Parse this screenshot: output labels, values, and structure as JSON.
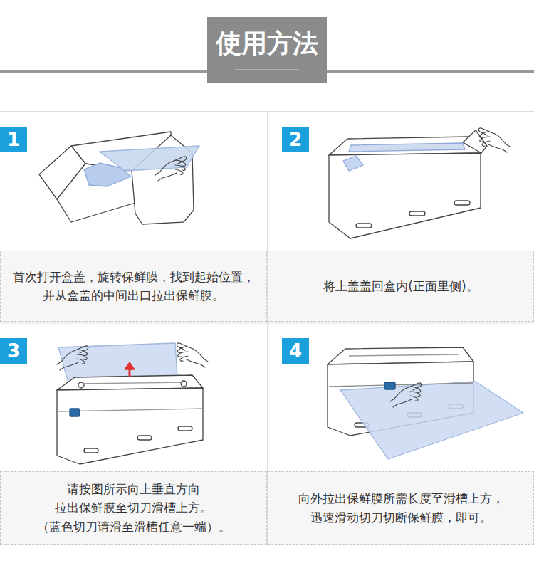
{
  "diagram": {
    "title": "使用方法",
    "nodes": [
      {
        "text": [
          "1"
        ]
      },
      {
        "text": [
          "首次打开盒盖，旋转保鲜膜，找到起始位置， 并从盒盖的中间出口拉出保鲜膜。"
        ]
      },
      {
        "text": [
          "2"
        ]
      },
      {
        "text": [
          "将上盖盖回盒内(正面里侧)。"
        ]
      },
      {
        "text": [
          "3"
        ]
      },
      {
        "text": [
          "请按图所示向上垂直方向 拉出保鲜膜至切刀滑槽上方。 （蓝色切刀请滑至滑槽任意一端）。"
        ]
      },
      {
        "text": [
          "4"
        ]
      },
      {
        "text": [
          "向外拉出保鲜膜所需长度至滑槽上方， 迅速滑动切刀切断保鲜膜，即可。"
        ]
      }
    ]
  }
}
